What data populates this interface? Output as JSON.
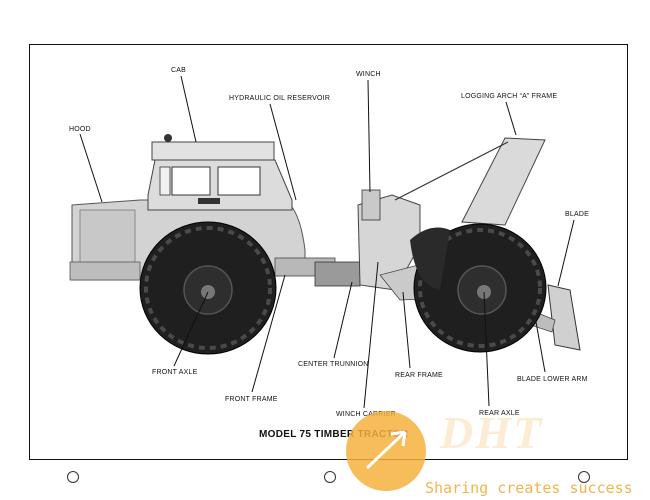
{
  "labels": {
    "cab": "CAB",
    "hood": "HOOD",
    "hydraulic_oil_reservoir": "HYDRAULIC OIL RESERVOIR",
    "winch": "WINCH",
    "logging_arch": "LOGGING ARCH “A” FRAME",
    "blade": "BLADE",
    "front_axle": "FRONT AXLE",
    "center_trunnion": "CENTER TRUNNION",
    "rear_frame": "REAR FRAME",
    "blade_lower_arm": "BLADE LOWER ARM",
    "front_frame": "FRONT FRAME",
    "winch_carrier": "WINCH CARRIER",
    "rear_axle": "REAR AXLE"
  },
  "caption": "MODEL 75 TIMBER TRACTOR",
  "watermark": {
    "letters": "DHT",
    "tagline": "Sharing creates success",
    "color": "#f2b44f"
  },
  "colors": {
    "body": "#cfcfcf",
    "tire": "#1c1c1c",
    "ink": "#111111"
  }
}
